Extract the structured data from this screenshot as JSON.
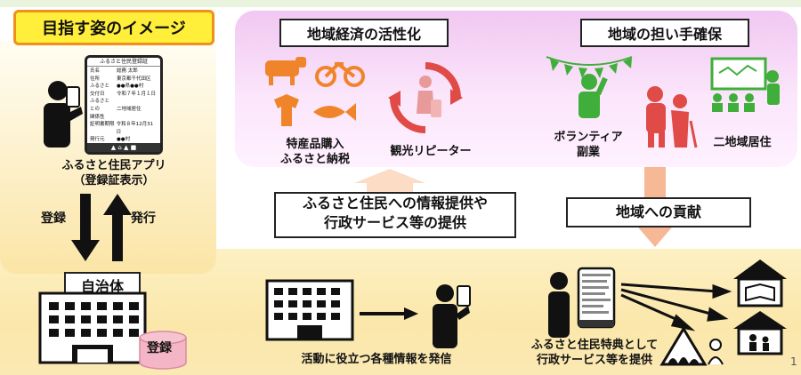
{
  "title": "目指す姿のイメージ",
  "left": {
    "app_label_line1": "ふるさと住民アプリ",
    "app_label_line2": "（登録証表示）",
    "register_label": "登録",
    "issue_label": "発行",
    "municipality_label": "自治体",
    "db_label": "登録",
    "phone_card": {
      "header": "ふるさと住民登録証",
      "rows": [
        [
          "氏名",
          "総務 太郎"
        ],
        [
          "住所",
          "東京都千代田区"
        ],
        [
          "ふるさと",
          "●●県●●村"
        ],
        [
          "交付日",
          "令和７年１月１日"
        ],
        [
          "ふるさと",
          ""
        ],
        [
          "との",
          "二地域居住"
        ],
        [
          "関係性",
          ""
        ],
        [
          "証明書期限",
          "令和８年12月31日"
        ],
        [
          "発行元",
          "●●村"
        ]
      ]
    }
  },
  "top": {
    "economy_title": "地域経済の活性化",
    "bearers_title": "地域の担い手確保",
    "product_line1": "特産品購入",
    "product_line2": "ふるさと納税",
    "repeater_label": "観光リピーター",
    "volunteer_line1": "ボランティア",
    "volunteer_line2": "副業",
    "dual_label": "二地域居住"
  },
  "middle": {
    "info_line1": "ふるさと住民への情報提供や",
    "info_line2": "行政サービス等の提供",
    "contribution": "地域への貢献"
  },
  "bottom": {
    "send_info": "活動に役立つ各種情報を発信",
    "benefit_line1": "ふるさと住民特典として",
    "benefit_line2": "行政サービス等を提供"
  },
  "page_number": "1",
  "colors": {
    "title_fill": "#ffef3a",
    "title_border": "#f08f1e",
    "orange_icons": "#f0842a",
    "green_icons": "#3fae3a",
    "red_icons": "#e04a47",
    "arrow_salmon": "#f7b896",
    "arrow_peach": "#fcdcc5"
  }
}
